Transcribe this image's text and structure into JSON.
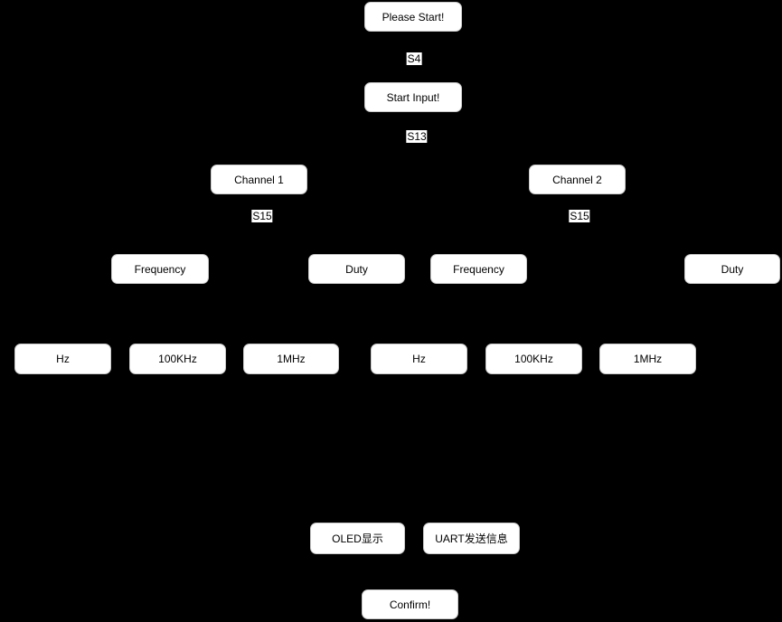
{
  "diagram": {
    "title": "signal-generator-state-flowchart",
    "colors": {
      "background": "#000000",
      "node_fill": "#ffffff",
      "node_border": "#c9c9c9",
      "node_text": "#000000",
      "edge_label_bg": "#ffffff",
      "edge_label_text": "#000000"
    },
    "nodes": {
      "please_start": {
        "label": "Please Start!"
      },
      "start_input": {
        "label": "Start Input!"
      },
      "channel_1": {
        "label": "Channel 1"
      },
      "channel_2": {
        "label": "Channel 2"
      },
      "frequency_1": {
        "label": "Frequency"
      },
      "duty_1": {
        "label": "Duty"
      },
      "frequency_2": {
        "label": "Frequency"
      },
      "duty_2": {
        "label": "Duty"
      },
      "hz_1": {
        "label": "Hz"
      },
      "khz100_1": {
        "label": "100KHz"
      },
      "mhz1_1": {
        "label": "1MHz"
      },
      "hz_2": {
        "label": "Hz"
      },
      "khz100_2": {
        "label": "100KHz"
      },
      "mhz1_2": {
        "label": "1MHz"
      },
      "oled_display": {
        "label": "OLED显示"
      },
      "uart_send": {
        "label": "UART发送信息"
      },
      "confirm": {
        "label": "Confirm!"
      }
    },
    "edge_labels": {
      "s4": "S4",
      "s13": "S13",
      "s15_left": "S15",
      "s15_right": "S15"
    }
  }
}
